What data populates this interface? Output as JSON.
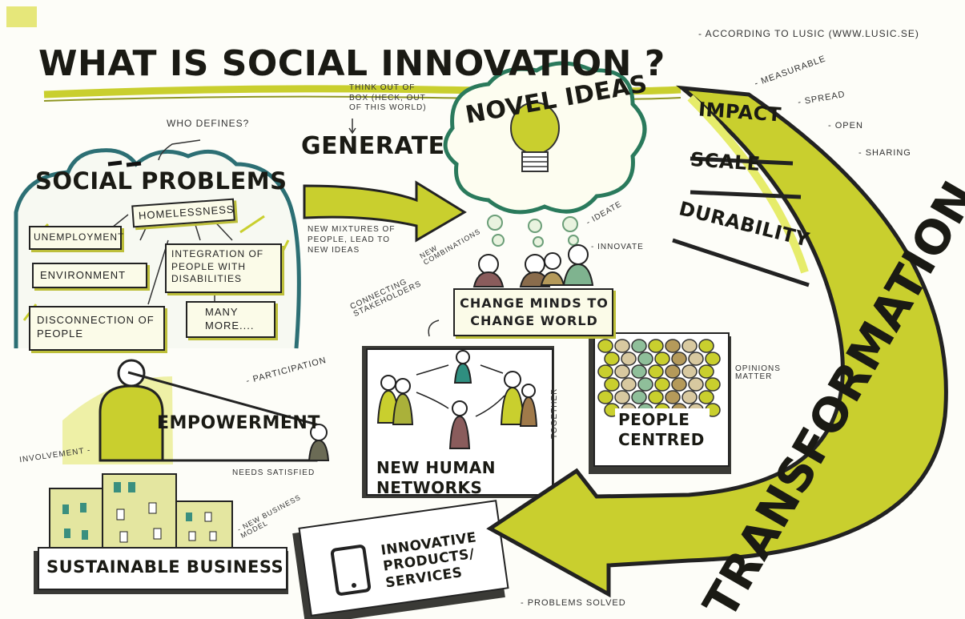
{
  "title": "WHAT IS SOCIAL INNOVATION ?",
  "source": "- ACCORDING TO LUSIC (WWW.LUSIC.SE)",
  "social_problems": {
    "heading": "SOCIAL PROBLEMS",
    "who_defines": "WHO DEFINES?",
    "items": [
      "UNEMPLOYMENT",
      "HOMELESSNESS",
      "ENVIRONMENT",
      "INTEGRATION OF PEOPLE WITH DISABILITIES",
      "DISCONNECTION OF PEOPLE",
      "MANY MORE...."
    ]
  },
  "generate": {
    "label": "GENERATE",
    "think": "THINK OUT OF BOX (HECK, OUT OF THIS WORLD)",
    "mixtures": "NEW MIXTURES OF PEOPLE, LEAD TO NEW IDEAS"
  },
  "novel_ideas": {
    "label": "NOVEL IDEAS",
    "new_combinations": "NEW COMBINATIONS",
    "ideate": "- IDEATE",
    "innovate": "- INNOVATE"
  },
  "change_minds": "CHANGE MINDS TO CHANGE WORLD",
  "connecting": "CONNECTING STAKEHOLDERS",
  "networks": {
    "label": "NEW HUMAN NETWORKS",
    "together": "TOGETHER"
  },
  "people_centred": {
    "label": "PEOPLE CENTRED",
    "opinions": "OPINIONS MATTER"
  },
  "empowerment": {
    "label": "EMPOWERMENT",
    "participation": "- PARTICIPATION",
    "involvement": "INVOLVEMENT -",
    "needs": "NEEDS SATISFIED"
  },
  "business": {
    "label": "SUSTAINABLE BUSINESS",
    "model": "- NEW BUSINESS MODEL"
  },
  "products": {
    "label": "INNOVATIVE PRODUCTS/ SERVICES",
    "solved": "- PROBLEMS SOLVED"
  },
  "transformation": {
    "label": "TRANSFORMATION",
    "impact": "IMPACT",
    "scale": "SCALE",
    "durability": "DURABILITY",
    "measurable": "- MEASURABLE",
    "spread": "- SPREAD",
    "open": "- OPEN",
    "sharing": "- SHARING"
  },
  "colors": {
    "accent": "#c9cf2e",
    "accent_dark": "#8f9622",
    "ink": "#1a1a14",
    "teal": "#1f6c6f",
    "mauve": "#8a5c5c"
  }
}
